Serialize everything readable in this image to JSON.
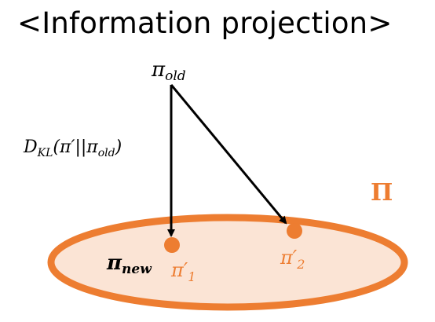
{
  "title": "<Information projection>",
  "colors": {
    "accent": "#ED7D31",
    "region_fill": "#FBE4D5",
    "arrow": "#000000",
    "text": "#000000"
  },
  "nodes": {
    "pi_old": {
      "symbol": "π",
      "subscript": "old"
    },
    "pi_new": {
      "symbol": "π",
      "subscript": "new"
    },
    "pi_prime_1": {
      "symbol": "π",
      "prime": "′",
      "subscript": "1"
    },
    "pi_prime_2": {
      "symbol": "π",
      "prime": "′",
      "subscript": "2"
    }
  },
  "kl_label": {
    "prefix": "D",
    "prefix_sub": "KL",
    "body_open": "(π′||π",
    "body_sub": "old",
    "body_close": ")"
  },
  "set_label": "Π"
}
